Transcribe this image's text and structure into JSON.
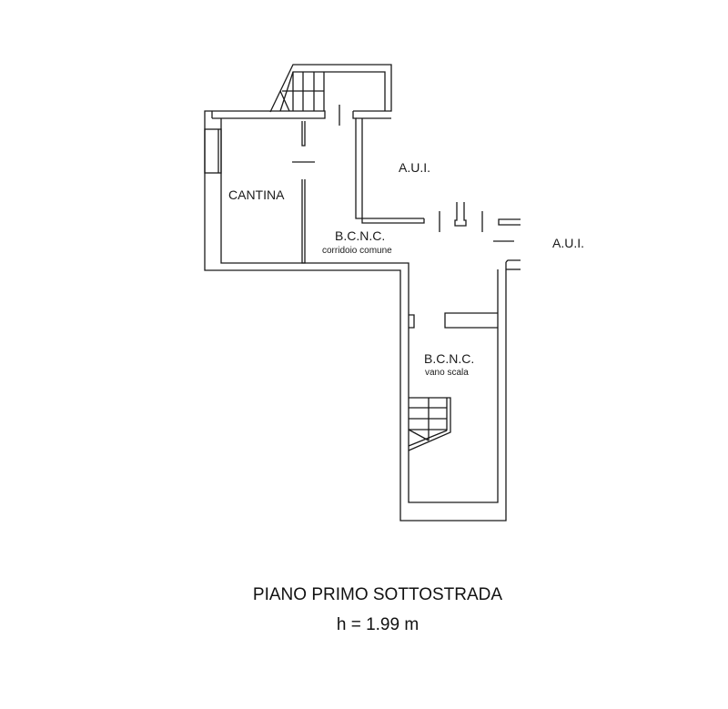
{
  "plan": {
    "rooms": [
      {
        "id": "cantina",
        "label": "CANTINA",
        "sublabel": null
      },
      {
        "id": "corridoio",
        "label": "B.C.N.C.",
        "sublabel": "corridoio comune"
      },
      {
        "id": "vano-scala",
        "label": "B.C.N.C.",
        "sublabel": "vano scala"
      },
      {
        "id": "aui-top",
        "label": "A.U.I.",
        "sublabel": null
      },
      {
        "id": "aui-right",
        "label": "A.U.I.",
        "sublabel": null
      }
    ]
  },
  "footer": {
    "title": "PIANO PRIMO SOTTOSTRADA",
    "height": "h = 1.99 m"
  }
}
